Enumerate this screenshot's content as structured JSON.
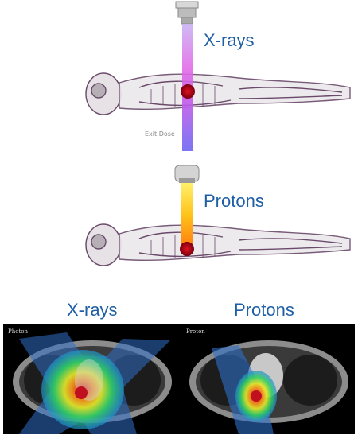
{
  "top": {
    "xray_label": "X-rays",
    "exit_dose": "Exit Dose",
    "proton_label": "Protons"
  },
  "bottom": {
    "left_title": "X-rays",
    "right_title": "Protons",
    "left_ct_label": "Photon",
    "right_ct_label": "Proton"
  },
  "colors": {
    "label_blue": "#1f5fa6",
    "xray_beam_top": "#b07ce8",
    "xray_beam_mid": "#e26be8",
    "xray_beam_bottom": "#7a6cf0",
    "proton_beam_top": "#ffe23a",
    "proton_beam_bottom": "#ff8a10",
    "tumor": "#b0071a",
    "body_outline": "#6a4a6a"
  }
}
